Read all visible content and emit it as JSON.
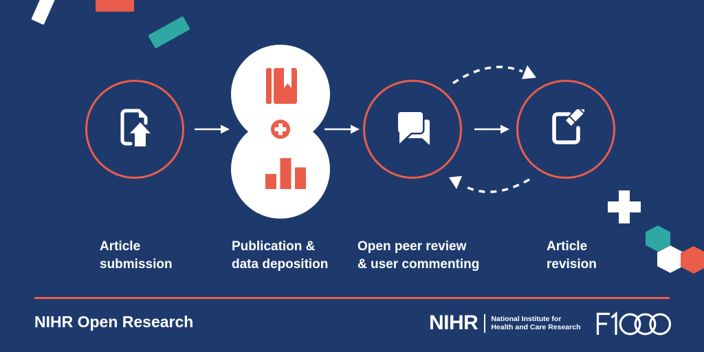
{
  "colors": {
    "background": "#1e3a6d",
    "coral": "#e95d4a",
    "teal": "#2fa8a4",
    "white": "#ffffff"
  },
  "steps": [
    {
      "id": "article-submission",
      "icon": "document-upload-icon",
      "lines": [
        "Article",
        "submission"
      ]
    },
    {
      "id": "publication-data-deposition",
      "icons": [
        "book-icon",
        "plus-icon",
        "bar-chart-icon"
      ],
      "lines": [
        "Publication &",
        "data deposition"
      ]
    },
    {
      "id": "open-peer-review",
      "icon": "chat-bubbles-icon",
      "lines": [
        "Open peer review",
        "& user commenting"
      ]
    },
    {
      "id": "article-revision",
      "icon": "edit-document-icon",
      "lines": [
        "Article",
        "revision"
      ]
    }
  ],
  "flow": {
    "connector": "right-arrow",
    "revision_loop": "dashed-cycle-arrows"
  },
  "footer": {
    "title": "NIHR Open Research",
    "nihr_logo": {
      "acronym": "NIHR",
      "line1": "National Institute for",
      "line2": "Health and Care Research"
    },
    "f1000_logo": {
      "label": "F1000"
    }
  }
}
